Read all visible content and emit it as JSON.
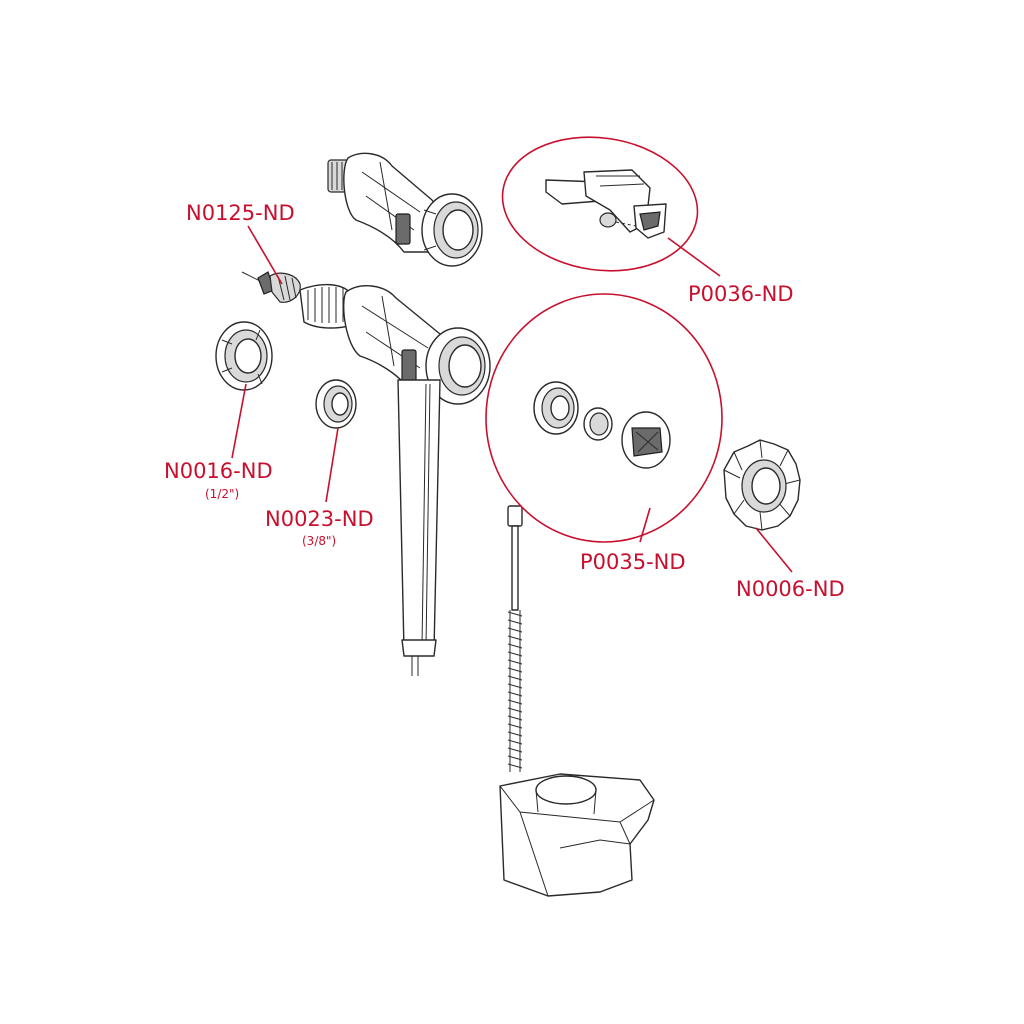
{
  "parts": [
    {
      "id": "N0125",
      "code": "N0125-ND",
      "size": ""
    },
    {
      "id": "P0036",
      "code": "P0036-ND",
      "size": ""
    },
    {
      "id": "N0016",
      "code": "N0016-ND",
      "size": "(1/2\")"
    },
    {
      "id": "N0023",
      "code": "N0023-ND",
      "size": "(3/8\")"
    },
    {
      "id": "P0035",
      "code": "P0035-ND",
      "size": ""
    },
    {
      "id": "N0006",
      "code": "N0006-ND",
      "size": ""
    }
  ],
  "colors": {
    "label": "#c8102e",
    "outline": "#2a2a2a",
    "shade": "#d9d9d9",
    "background": "#ffffff"
  }
}
